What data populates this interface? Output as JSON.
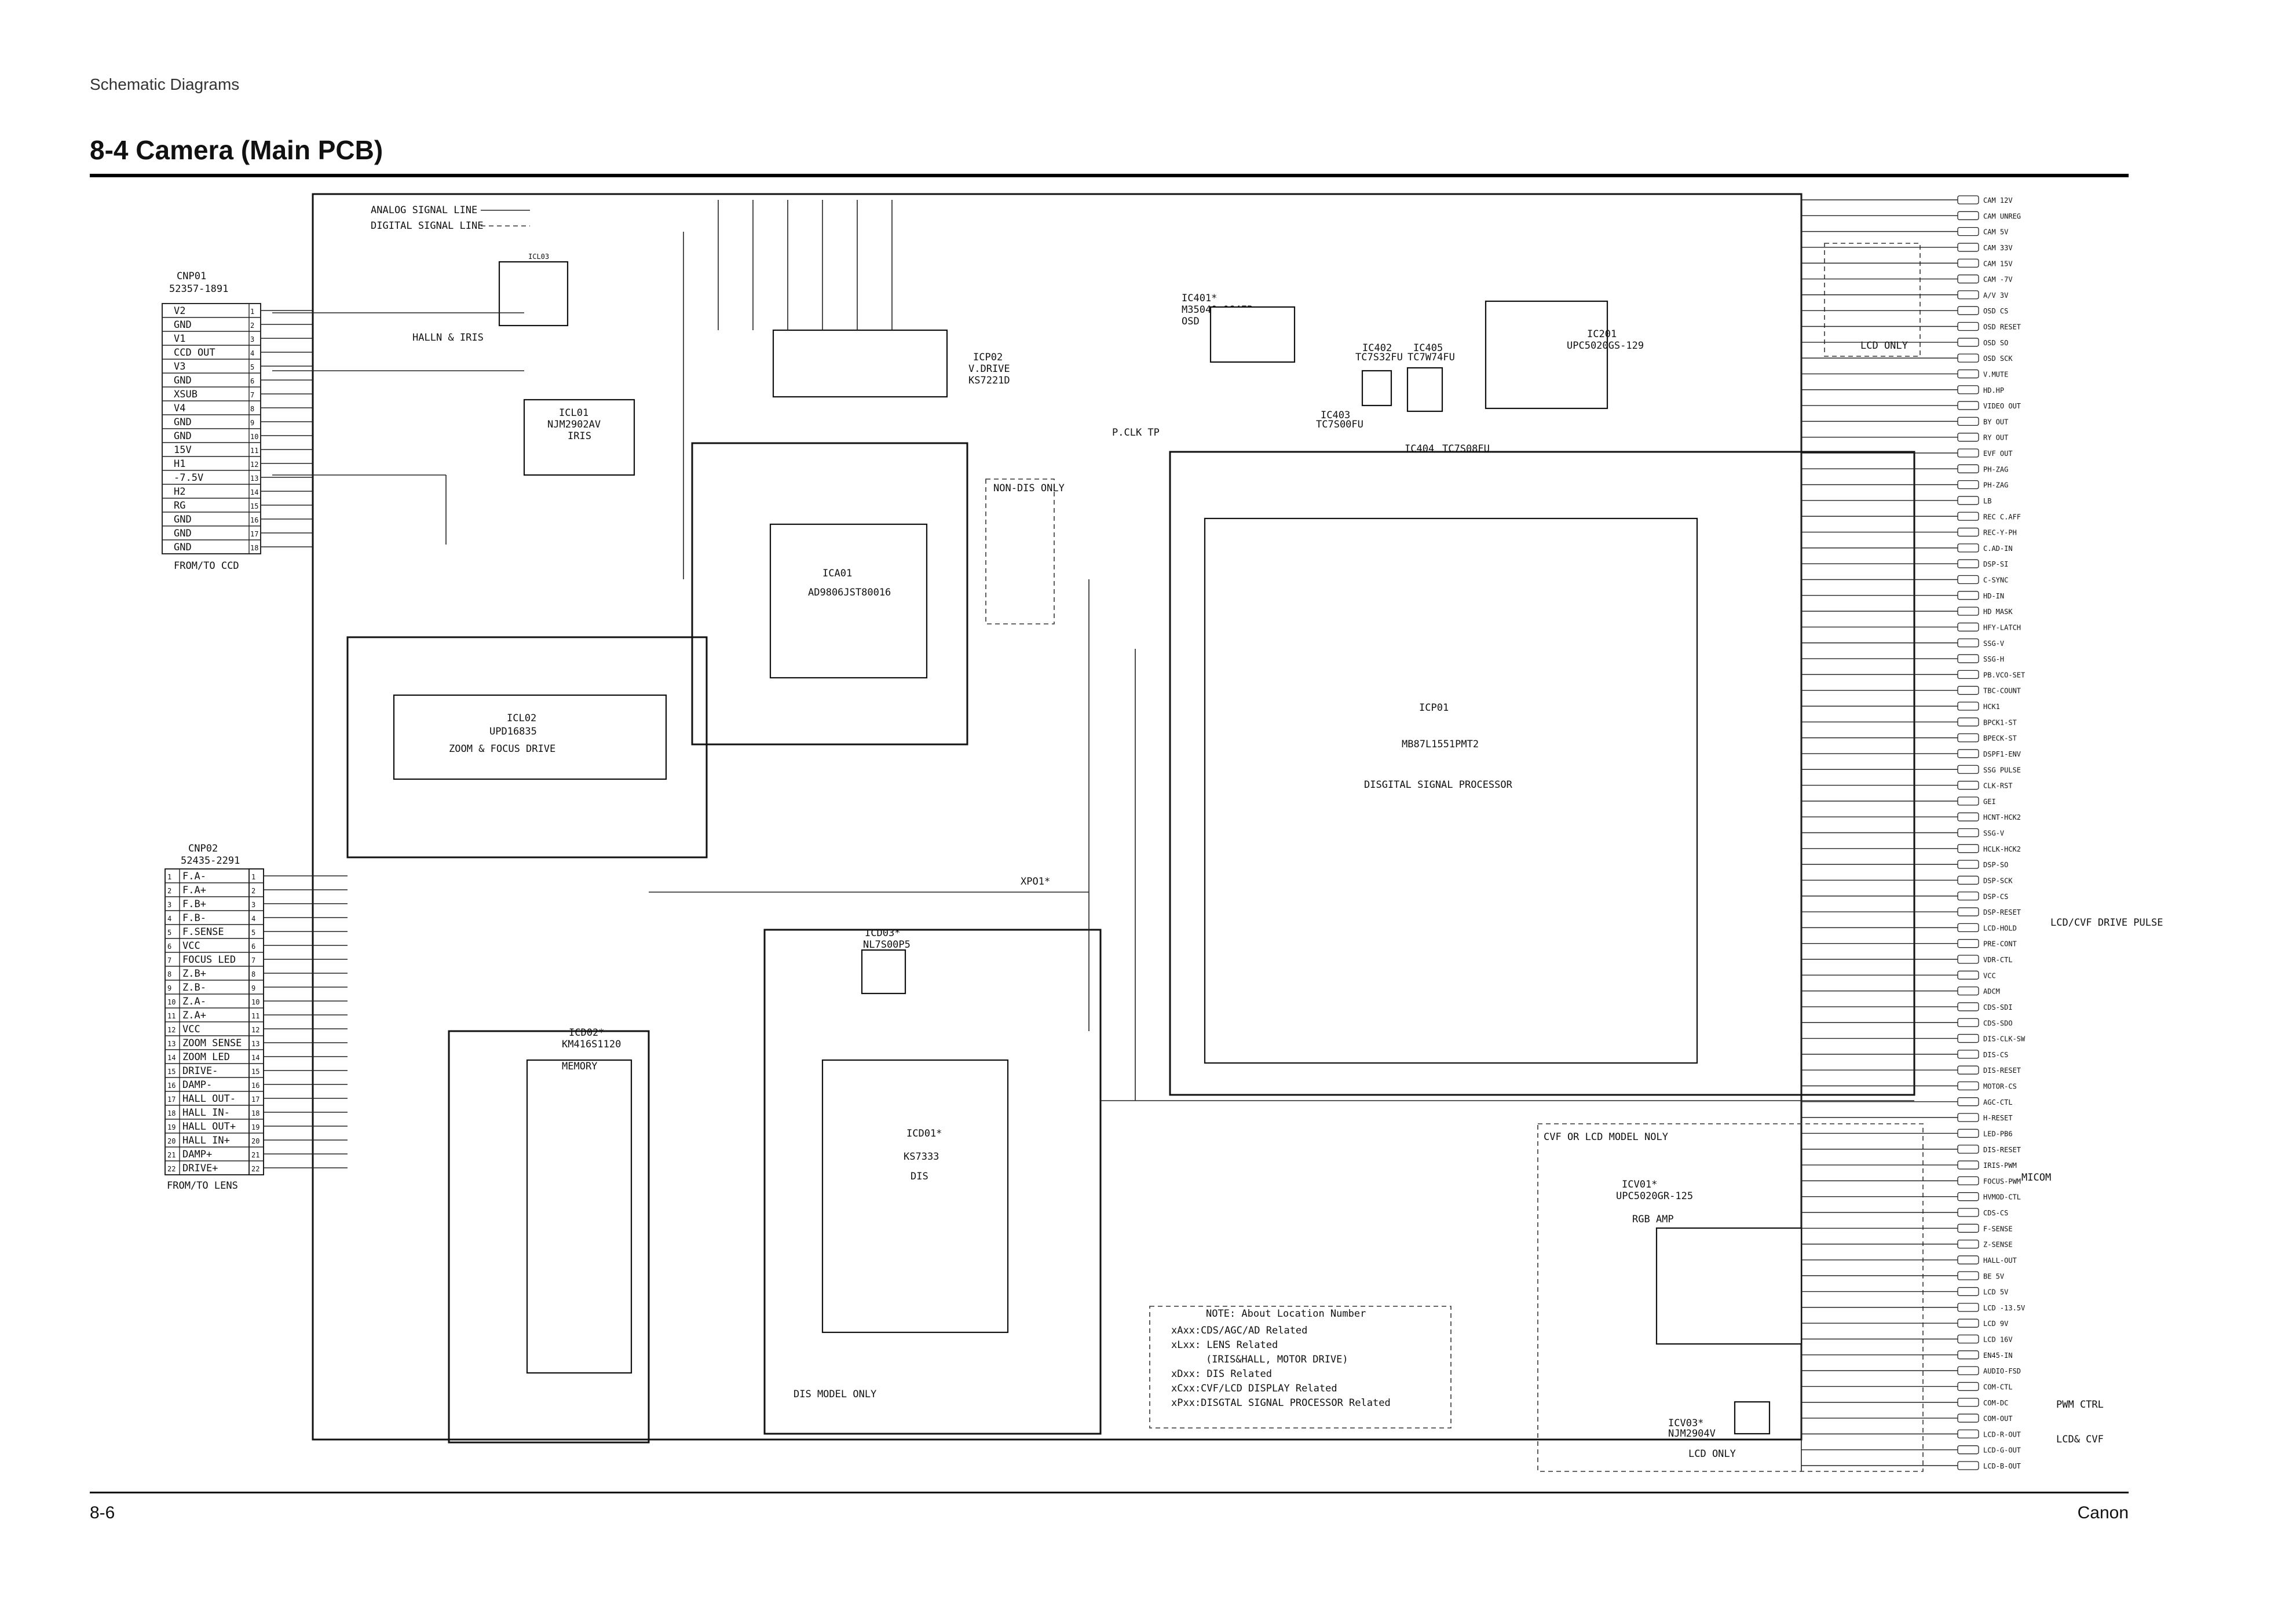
{
  "header": {
    "section": "Schematic Diagrams",
    "title": "8-4 Camera (Main PCB)"
  },
  "footer": {
    "page": "8-6",
    "brand": "Canon"
  },
  "legend": {
    "analog": "ANALOG SIGNAL LINE",
    "digital": "DIGITAL SIGNAL LINE"
  },
  "cnp01": {
    "name": "CNP01",
    "part": "52357-1891",
    "caption": "FROM/TO CCD",
    "pins": [
      "V2",
      "GND",
      "V1",
      "CCD OUT",
      "V3",
      "GND",
      "XSUB",
      "V4",
      "GND",
      "GND",
      "15V",
      "H1",
      "-7.5V",
      "H2",
      "RG",
      "GND",
      "GND",
      "GND"
    ]
  },
  "cnp02": {
    "name": "CNP02",
    "part": "52435-2291",
    "caption": "FROM/TO LENS",
    "pins": [
      "F.A-",
      "F.A+",
      "F.B+",
      "F.B-",
      "F.SENSE",
      "VCC",
      "FOCUS LED",
      "Z.B+",
      "Z.B-",
      "Z.A-",
      "Z.A+",
      "VCC",
      "ZOOM SENSE",
      "ZOOM LED",
      "DRIVE-",
      "DAMP-",
      "HALL OUT-",
      "HALL IN-",
      "HALL OUT+",
      "HALL IN+",
      "DAMP+",
      "DRIVE+"
    ]
  },
  "blocks": {
    "hall_iris": "HALLN & IRIS",
    "icl01": "ICL01",
    "icl01_part": "NJM2902AV",
    "icl01_func": "IRIS",
    "icl03": "ICL03",
    "icl02": "ICL02",
    "icl02_part": "UPD16835",
    "icl02_func": "ZOOM & FOCUS DRIVE",
    "icp02": "ICP02",
    "icp02_func": "V.DRIVE",
    "icp02_part": "KS7221D",
    "ica01": "ICA01",
    "ica01_part": "AD9806JST80016",
    "nondis": "NON-DIS ONLY",
    "pclk": "P.CLK TP",
    "icd02": "ICD02*",
    "icd02_part": "KM416S1120",
    "icd02_func": "MEMORY",
    "icd03": "ICD03*",
    "icd03_part": "NL7S00P5",
    "icd01": "ICD01*",
    "icd01_part": "KS7333",
    "icd01_func": "DIS",
    "dis_only": "DIS MODEL ONLY",
    "xpo1": "XPO1*",
    "icp01": "ICP01",
    "icp01_part": "MB87L1551PMT2",
    "icp01_func": "DISGITAL SIGNAL PROCESSOR",
    "ic401": "IC401*",
    "ic401_part": "M35040-064FP",
    "ic401_func": "OSD",
    "ic402": "IC402",
    "ic402_part": "TC7S32FU",
    "ic405": "IC405",
    "ic405_part": "TC7W74FU",
    "ic403": "IC403",
    "ic403_part": "TC7S00FU",
    "ic404": "IC404",
    "ic404_part": "TC7S08FU",
    "ic201": "IC201",
    "ic201_part": "UPC5020GS-129",
    "lcd_only": "LCD ONLY",
    "cvf_lcd": "CVF OR LCD MODEL NOLY",
    "icv01": "ICV01*",
    "icv01_part": "UPC5020GR-125",
    "icv01_func": "RGB AMP",
    "icv03": "ICV03*",
    "icv03_part": "NJM2904V",
    "lcd_only2": "LCD ONLY",
    "lcd_cvf_pulse": "LCD/CVF DRIVE PULSE",
    "micom": "MICOM",
    "pwm_ctrl": "PWM CTRL",
    "lcd_cvf": "LCD& CVF"
  },
  "note": {
    "title": "NOTE: About Location Number",
    "lines": [
      "xAxx:CDS/AGC/AD Related",
      "xLxx: LENS Related",
      "(IRIS&HALL, MOTOR DRIVE)",
      "xDxx: DIS Related",
      "xCxx:CVF/LCD DISPLAY Related",
      "xPxx:DISGTAL SIGNAL PROCESSOR Related"
    ]
  },
  "right_signals": [
    "CAM 12V",
    "CAM UNREG",
    "CAM 5V",
    "CAM 33V",
    "CAM 15V",
    "CAM -7V",
    "A/V 3V",
    "OSD CS",
    "OSD RESET",
    "OSD SO",
    "OSD SCK",
    "V.MUTE",
    "HD.HP",
    "VIDEO OUT",
    "BY OUT",
    "RY OUT",
    "EVF OUT",
    "PH-ZAG",
    "PH-ZAG",
    "LB",
    "REC C.AFF",
    "REC-Y-PH",
    "C.AD-IN",
    "DSP-SI",
    "C-SYNC",
    "HD-IN",
    "HD MASK",
    "HFY-LATCH",
    "SSG-V",
    "SSG-H",
    "PB.VCO-SET",
    "TBC-COUNT",
    "HCK1",
    "BPCK1-ST",
    "BPECK-ST",
    "DSPF1-ENV",
    "SSG PULSE",
    "CLK-RST",
    "GEI",
    "HCNT-HCK2",
    "SSG-V",
    "HCLK-HCK2",
    "DSP-SO",
    "DSP-SCK",
    "DSP-CS",
    "DSP-RESET",
    "LCD-HOLD",
    "PRE-CONT",
    "VDR-CTL",
    "VCC",
    "ADCM",
    "CDS-SDI",
    "CDS-SDO",
    "DIS-CLK-SW",
    "DIS-CS",
    "DIS-RESET",
    "MOTOR-CS",
    "AGC-CTL",
    "H-RESET",
    "LED-PB6",
    "DIS-RESET",
    "IRIS-PWM",
    "FOCUS-PWM",
    "HVMOD-CTL",
    "CDS-CS",
    "F-SENSE",
    "Z-SENSE",
    "HALL-OUT",
    "BE 5V",
    "LCD 5V",
    "LCD -13.5V",
    "LCD 9V",
    "LCD 16V",
    "EN45-IN",
    "AUDIO-FSD",
    "COM-CTL",
    "COM-DC",
    "COM-OUT",
    "LCD-R-OUT",
    "LCD-G-OUT",
    "LCD-B-OUT"
  ]
}
